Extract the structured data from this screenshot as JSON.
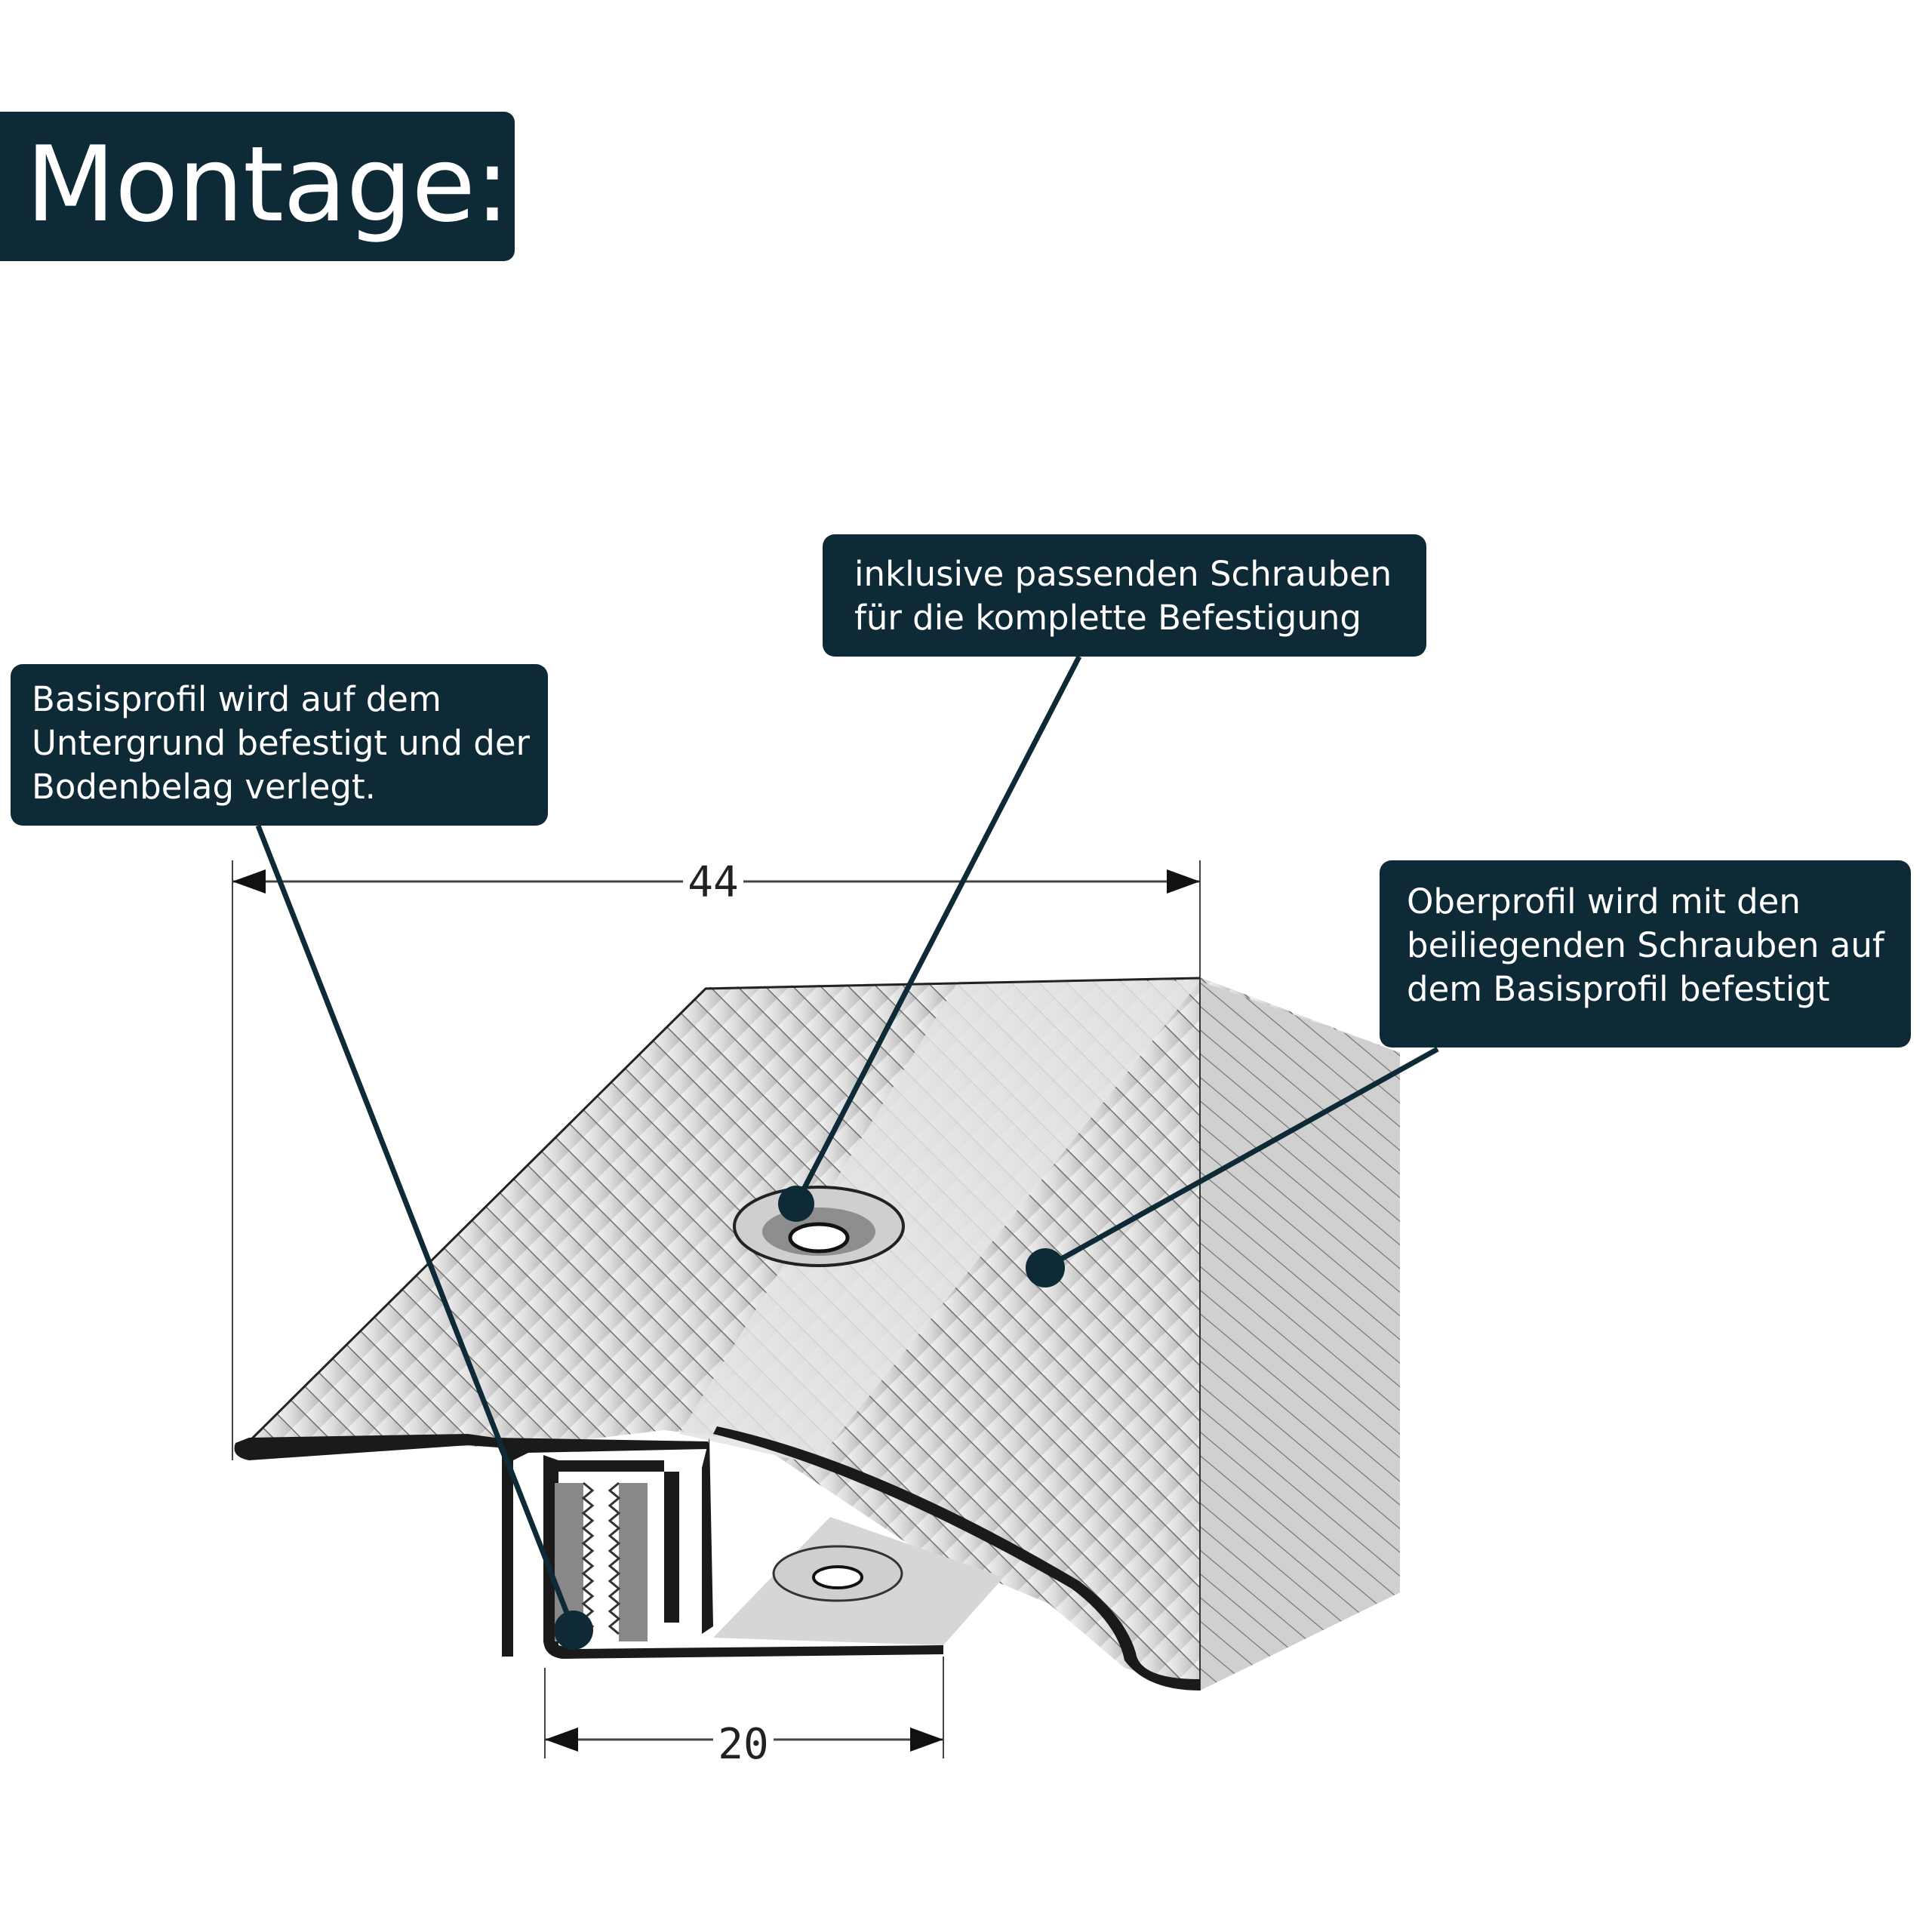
{
  "title": "Montage:",
  "callouts": {
    "screws": {
      "lines": [
        "inklusive passenden Schrauben",
        "für die komplette Befestigung"
      ]
    },
    "base_profile": {
      "lines": [
        "Basisprofil wird auf dem",
        "Untergrund befestigt und der",
        "Bodenbelag verlegt."
      ]
    },
    "top_profile": {
      "lines": [
        "Oberprofil wird mit den",
        "beiliegenden Schrauben auf",
        "dem Basisprofil befestigt"
      ]
    }
  },
  "dimensions": {
    "total_width": "44",
    "base_width": "20"
  },
  "colors": {
    "callout_bg": "#0e2a36",
    "leader_line": "#0e2a36",
    "metal_light": "#e6e6e6",
    "metal_dark": "#1a1a1a"
  }
}
